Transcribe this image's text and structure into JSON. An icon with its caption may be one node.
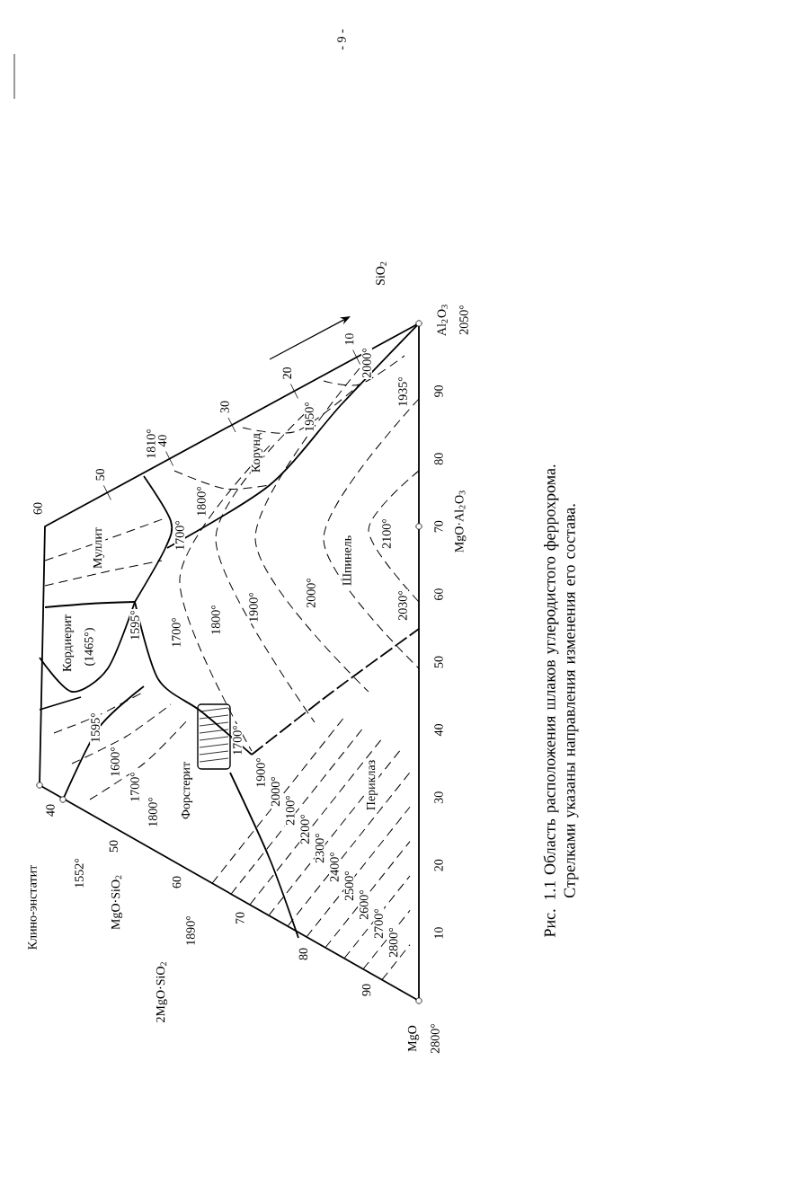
{
  "diagram": {
    "caption": "Рис. 1.1 Область расположения шлаков углеродистого феррохрома. Стрелками указаны направления изменения его состава.",
    "labels": [
      "- 9 -",
      "SiO$_{2}$",
      "Al$_{2}$O$_{3}$",
      "2050°",
      "10",
      "20",
      "30",
      "40",
      "50",
      "60",
      "90",
      "80",
      "70",
      "60",
      "50",
      "40",
      "30",
      "20",
      "10",
      "90",
      "80",
      "70",
      "60",
      "50",
      "40",
      "MgO·Al$_{2}$O$_{3}$",
      "MgO",
      "2800°",
      "MgO·SiO$_{2}$",
      "Клино-энстатит",
      "1552°",
      "2MgO·SiO$_{2}$",
      "1890°",
      "Муллит",
      "Корунд",
      "Шпинель",
      "Кордиерит",
      "(1465°)",
      "Форстерит",
      "Периклаз",
      "1810°",
      "1800°",
      "1700°",
      "1595°",
      "1700°",
      "1800°",
      "1900°",
      "2000°",
      "2100°",
      "2030°",
      "2000°",
      "1950°",
      "1935°",
      "1595°",
      "1600°",
      "1700°",
      "1800°",
      "1700°",
      "1900°",
      "2000°",
      "2100°",
      "2200°",
      "2300°",
      "2400°",
      "2500°",
      "2600°",
      "2700°",
      "2800°"
    ]
  }
}
